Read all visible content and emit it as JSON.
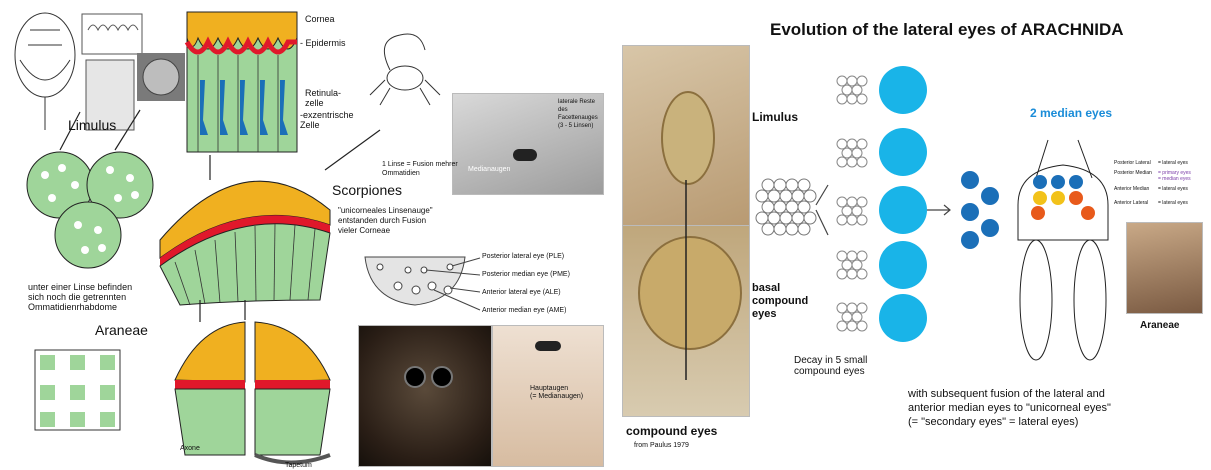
{
  "left_panel": {
    "labels": {
      "cornea": "Cornea",
      "epidermis": "- Epidermis",
      "retinula": "Retinula-\nzelle",
      "exzentrische": "-exzentrische\nZelle",
      "limulus": "Limulus",
      "scorpiones": "Scorpiones",
      "lateral_rest": "laterale Reste\ndes\nFacettenauges\n(3 - 5 Linsen)",
      "fusion_note": "1 Linse = Fusion mehrer\nOmmatidien",
      "medianaugen": "Medianaugen",
      "unicorneal": "\"unicorneales Linsenauge\"\nentstanden durch Fusion\nvieler Corneae",
      "unter_linse": "unter einer Linse befinden\nsich noch die getrennten\nOmmatidienrhabdome",
      "araneae": "Araneae",
      "axone": "Axone",
      "tapetum": "Tapetum",
      "ple": "Posterior lateral eye (PLE)",
      "pme": "Posterior median eye (PME)",
      "ale": "Anterior lateral eye (ALE)",
      "ame": "Anterior median eye (AME)",
      "hauptaugen": "Hauptaugen\n(= Medianaugen)"
    }
  },
  "right_panel": {
    "title": "Evolution of the lateral eyes of ARACHNIDA",
    "labels": {
      "limulus": "Limulus",
      "basal": "basal\ncompound\neyes",
      "decay": "Decay in 5 small\ncompound eyes",
      "median_eyes": "2 median eyes",
      "pl": "Posterior Lateral",
      "pl_val": "= lateral eyes",
      "pm": "Posterior Median",
      "pm_val": "= primary eyes\n= median eyes",
      "am": "Anterior Median",
      "am_val": "= lateral eyes",
      "al": "Anterior Lateral",
      "al_val": "= lateral eyes",
      "araneae": "Araneae",
      "compound_eyes": "compound eyes",
      "from_paulus": "from Paulus 1979",
      "fusion": "with subsequent fusion of the lateral and\nanterior median eyes to \"unicorneal eyes\"\n(= \"secondary eyes\" = lateral eyes)"
    },
    "colors": {
      "cyan": "#19b4e8",
      "dot_blue": "#1b6fb8",
      "yellow": "#f2c21a",
      "orange": "#e85a1b",
      "green_cell": "#9fd59a",
      "red": "#e0182b",
      "gold": "#f0b020"
    }
  }
}
